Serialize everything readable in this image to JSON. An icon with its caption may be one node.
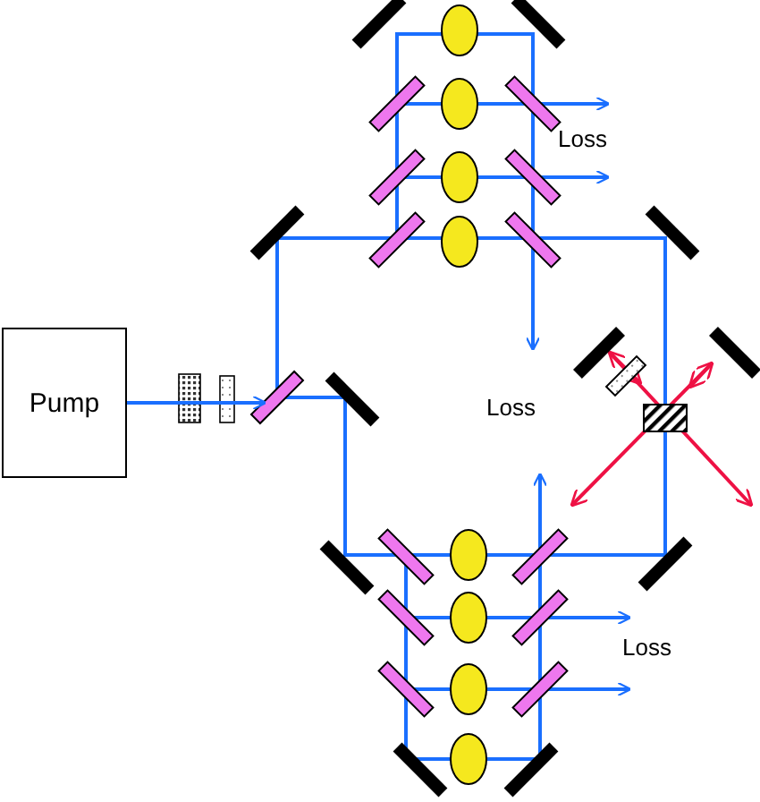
{
  "diagram": {
    "nodes": [
      {
        "text": [
          "Pump"
        ]
      },
      {
        "text": [],
        "shape": "bar"
      }
    ],
    "edges": [
      {
        "from": 0,
        "to": 1,
        "arrow": "to"
      }
    ],
    "labels": [
      "Loss",
      "Loss",
      "Loss"
    ]
  }
}
